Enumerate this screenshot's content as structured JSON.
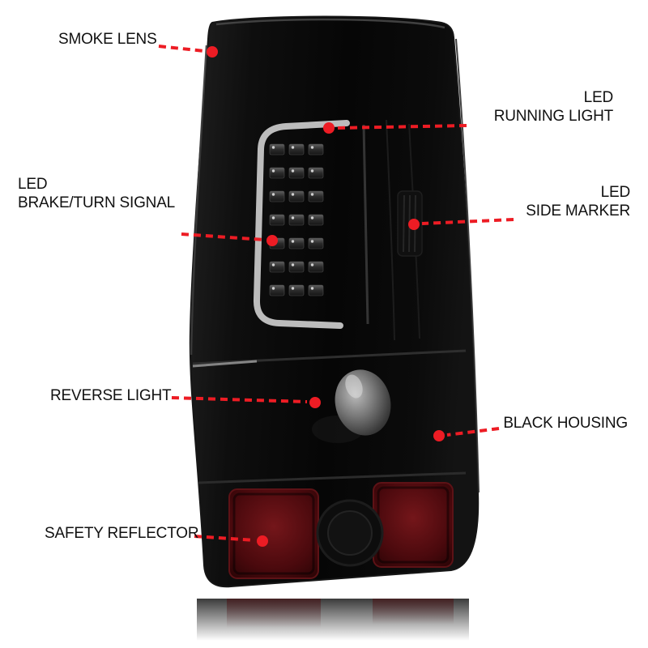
{
  "image_type": "product-feature-callout-diagram",
  "product": "smoked lens LED tail light",
  "colors": {
    "accent_red": "#ed1c24",
    "background": "#ffffff",
    "housing_black": "#0b0b0b",
    "reflector_red": "#5a1215",
    "label_text": "#111111"
  },
  "callouts": {
    "smoke_lens": {
      "text": "SMOKE LENS"
    },
    "led_running_light": {
      "line1": "LED",
      "line2": "RUNNING LIGHT"
    },
    "led_brake_turn_signal": {
      "line1": "LED",
      "line2": "BRAKE/TURN SIGNAL"
    },
    "led_side_marker": {
      "line1": "LED",
      "line2": "SIDE MARKER"
    },
    "reverse_light": {
      "text": "REVERSE LIGHT"
    },
    "black_housing": {
      "text": "BLACK HOUSING"
    },
    "safety_reflector": {
      "text": "SAFETY REFLECTOR"
    }
  }
}
